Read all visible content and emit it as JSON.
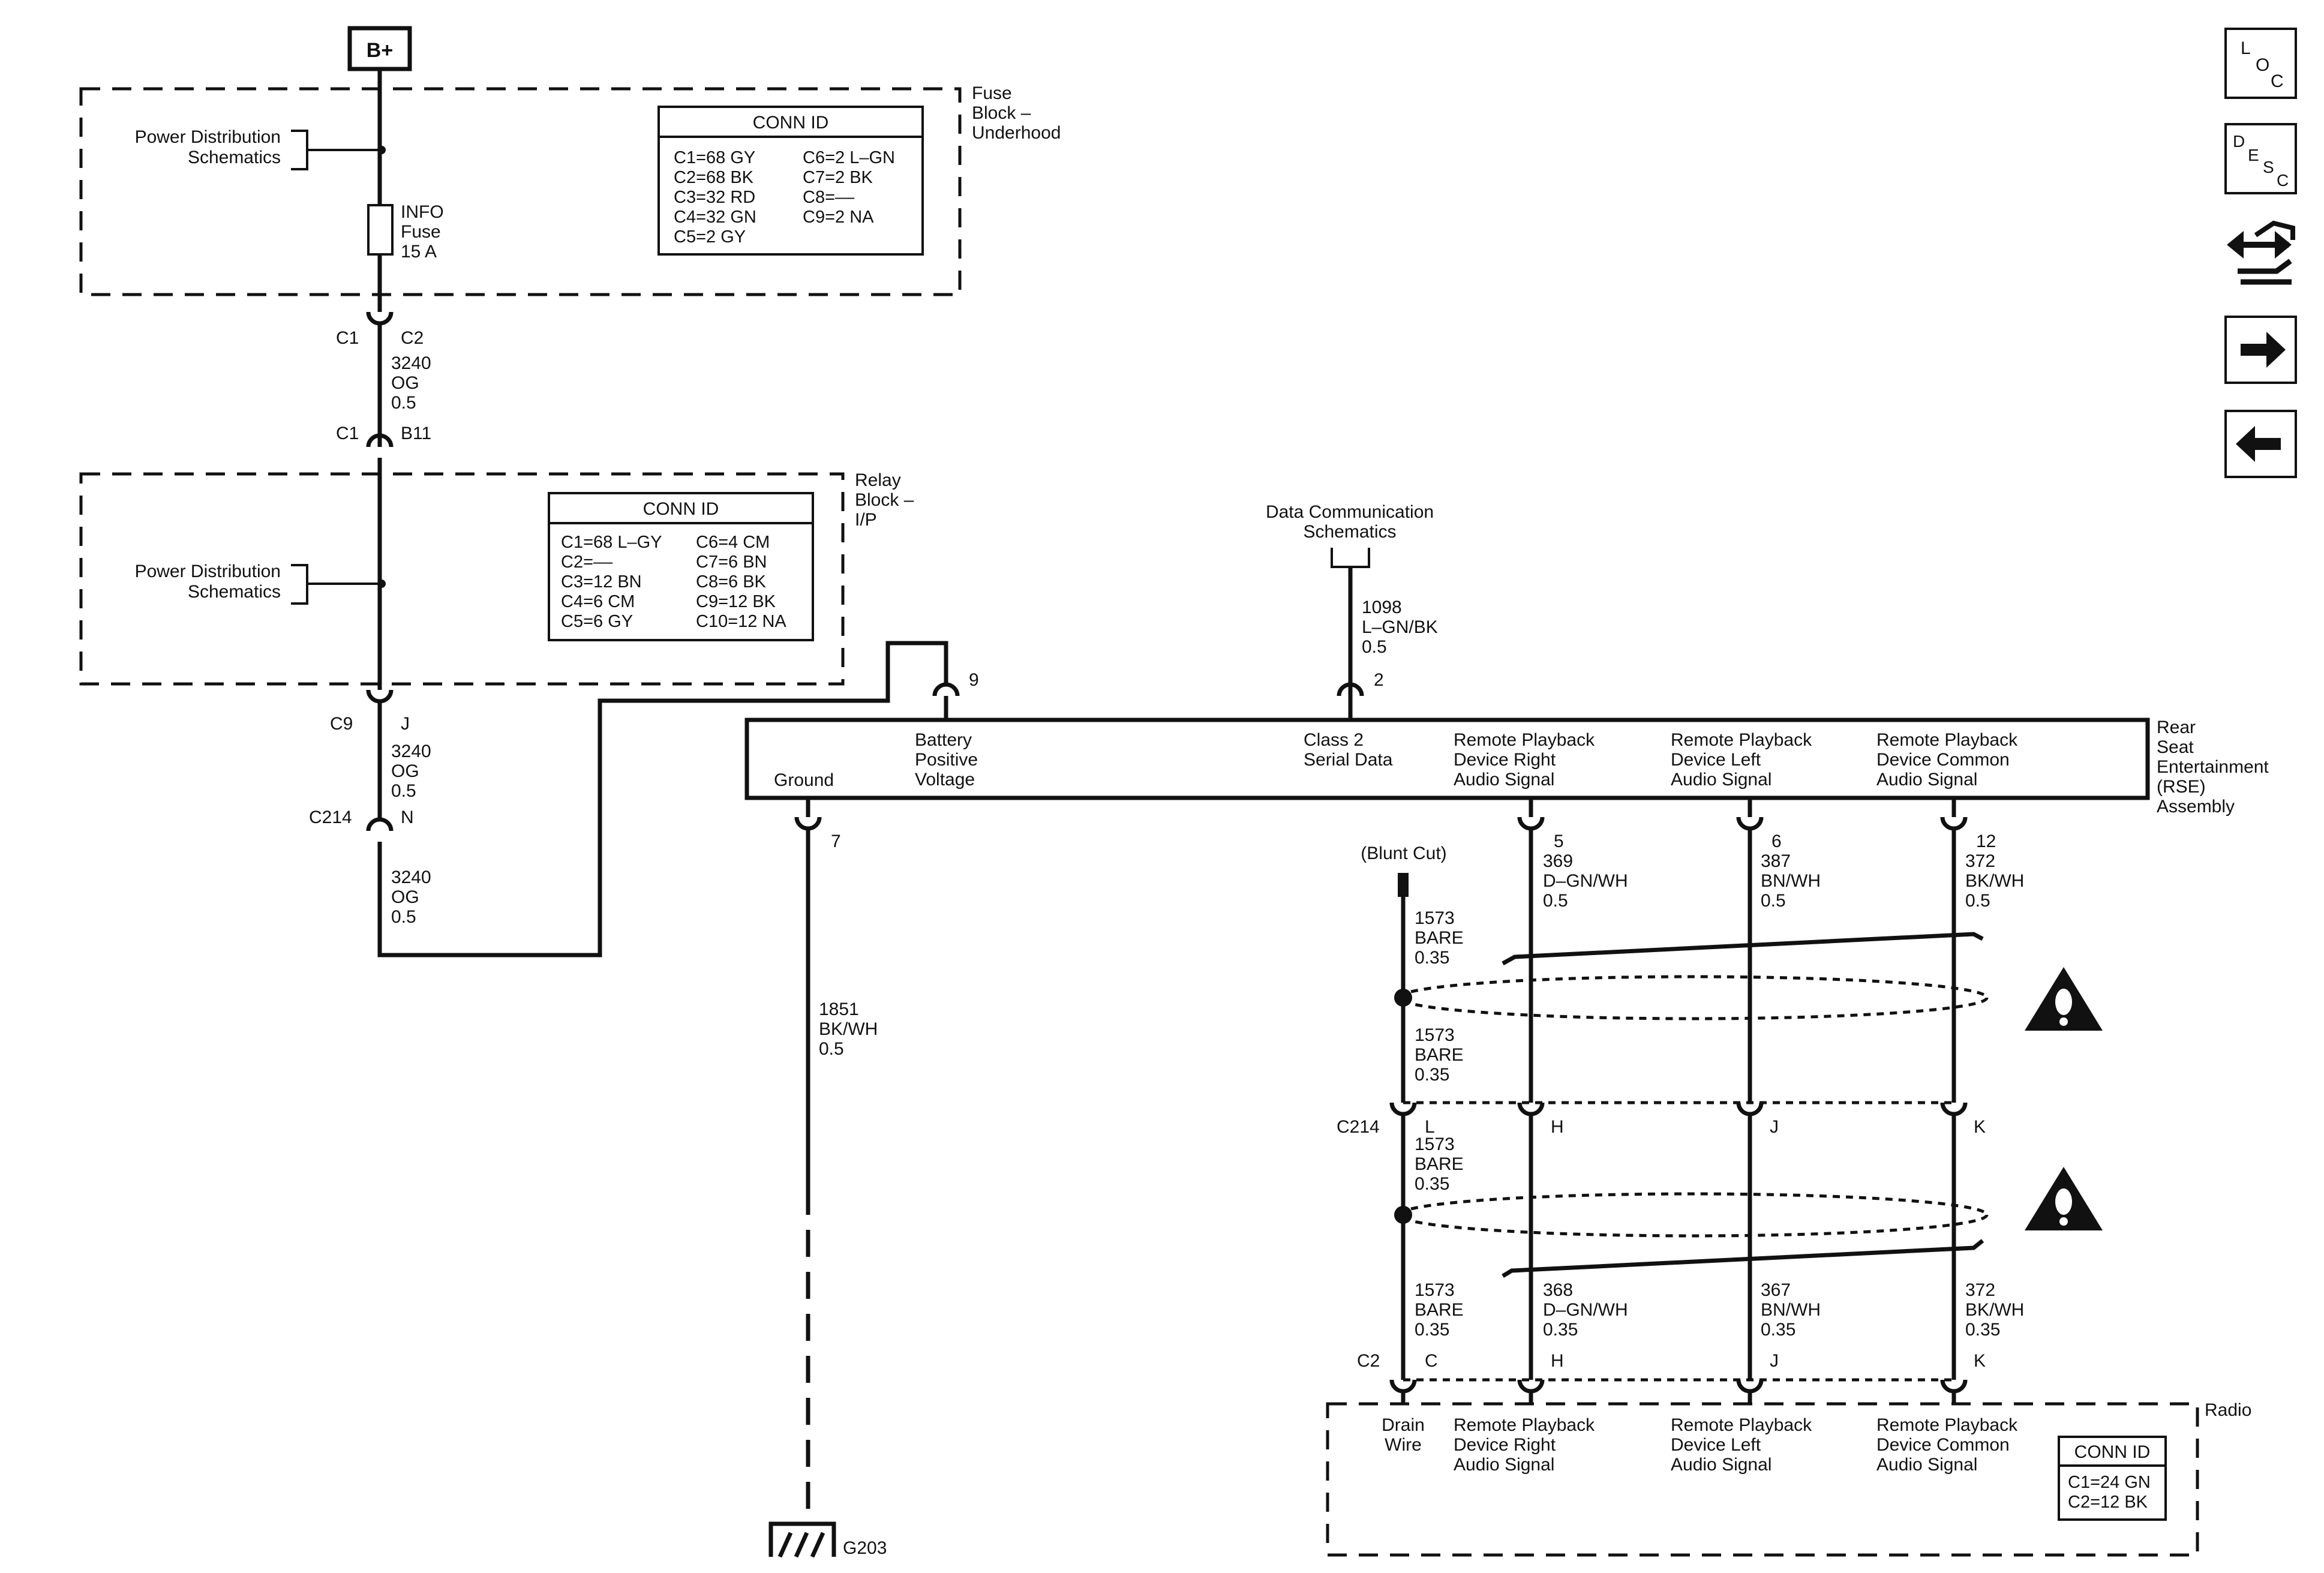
{
  "power": {
    "bplus": "B+"
  },
  "fuse_block": {
    "label_lines": [
      "Fuse",
      "Block –",
      "Underhood"
    ],
    "pds_lines": [
      "Power Distribution",
      "Schematics"
    ],
    "fuse_lines": [
      "INFO",
      "Fuse",
      "15 A"
    ],
    "conn_id": {
      "title": "CONN ID",
      "rows": [
        [
          "C1=68 GY",
          "C6=2 L–GN"
        ],
        [
          "C2=68 BK",
          "C7=2 BK"
        ],
        [
          "C3=32 RD",
          "C8=––"
        ],
        [
          "C4=32 GN",
          "C9=2 NA"
        ],
        [
          "C5=2 GY",
          ""
        ]
      ]
    },
    "conn_left": "C1",
    "conn_right": "C2"
  },
  "wire_3240_a": [
    "3240",
    "OG",
    "0.5"
  ],
  "relay_block": {
    "label_lines": [
      "Relay",
      "Block –",
      "I/P"
    ],
    "pds_lines": [
      "Power Distribution",
      "Schematics"
    ],
    "conn_top_left": "C1",
    "conn_top_right": "B11",
    "conn_id": {
      "title": "CONN ID",
      "rows": [
        [
          "C1=68 L–GY",
          "C6=4 CM"
        ],
        [
          "C2=––",
          "C7=6 BN"
        ],
        [
          "C3=12 BN",
          "C8=6 BK"
        ],
        [
          "C4=6 CM",
          "C9=12 BK"
        ],
        [
          "C5=6 GY",
          "C10=12 NA"
        ]
      ]
    },
    "conn_bottom_left": "C9",
    "conn_bottom_right": "J"
  },
  "wire_3240_b": [
    "3240",
    "OG",
    "0.5"
  ],
  "c214_n": {
    "left": "C214",
    "right": "N"
  },
  "wire_3240_c": [
    "3240",
    "OG",
    "0.5"
  ],
  "data_comm": {
    "lines": [
      "Data Communication",
      "Schematics"
    ],
    "wire": [
      "1098",
      "L–GN/BK",
      "0.5"
    ],
    "pin": "2"
  },
  "rse": {
    "label_lines": [
      "Rear",
      "Seat",
      "Entertainment",
      "(RSE)",
      "Assembly"
    ],
    "battery_pin": "9",
    "ground_pin": "7",
    "terminals": {
      "ground": [
        "Ground"
      ],
      "battery": [
        "Battery",
        "Positive",
        "Voltage"
      ],
      "class2": [
        "Class 2",
        "Serial Data"
      ],
      "right": [
        "Remote Playback",
        "Device Right",
        "Audio Signal"
      ],
      "left": [
        "Remote Playback",
        "Device Left",
        "Audio Signal"
      ],
      "common": [
        "Remote Playback",
        "Device Common",
        "Audio Signal"
      ]
    }
  },
  "ground_wire": [
    "1851",
    "BK/WH",
    "0.5"
  ],
  "ground_id": "G203",
  "blunt_cut": "(Blunt Cut)",
  "drain_upper_a": [
    "1573",
    "BARE",
    "0.35"
  ],
  "drain_upper_b": [
    "1573",
    "BARE",
    "0.35"
  ],
  "drain_lower_a": [
    "1573",
    "BARE",
    "0.35"
  ],
  "drain_lower_b": [
    "1573",
    "BARE",
    "0.35"
  ],
  "audio_upper": {
    "right": {
      "pin": "5",
      "lines": [
        "369",
        "D–GN/WH",
        "0.5"
      ]
    },
    "left": {
      "pin": "6",
      "lines": [
        "387",
        "BN/WH",
        "0.5"
      ]
    },
    "common": {
      "pin": "12",
      "lines": [
        "372",
        "BK/WH",
        "0.5"
      ]
    }
  },
  "c214_row": {
    "name": "C214",
    "pins": [
      "L",
      "H",
      "J",
      "K"
    ]
  },
  "audio_lower": {
    "right": [
      "368",
      "D–GN/WH",
      "0.35"
    ],
    "left": [
      "367",
      "BN/WH",
      "0.35"
    ],
    "common": [
      "372",
      "BK/WH",
      "0.35"
    ]
  },
  "c2_row": {
    "name": "C2",
    "pins": [
      "C",
      "H",
      "J",
      "K"
    ]
  },
  "radio": {
    "label": "Radio",
    "terminals": {
      "drain": [
        "Drain",
        "Wire"
      ],
      "right": [
        "Remote Playback",
        "Device Right",
        "Audio Signal"
      ],
      "left": [
        "Remote Playback",
        "Device Left",
        "Audio Signal"
      ],
      "common": [
        "Remote Playback",
        "Device Common",
        "Audio Signal"
      ]
    },
    "conn_id": {
      "title": "CONN ID",
      "rows": [
        "C1=24 GN",
        "C2=12 BK"
      ]
    }
  },
  "nav": {
    "loc": [
      "L",
      "O",
      "C"
    ],
    "desc": [
      "D",
      "E",
      "S",
      "C"
    ],
    "icons": [
      "loc-icon",
      "desc-icon",
      "connector-end-view-icon",
      "next-page-arrow-icon",
      "previous-page-arrow-icon"
    ]
  }
}
